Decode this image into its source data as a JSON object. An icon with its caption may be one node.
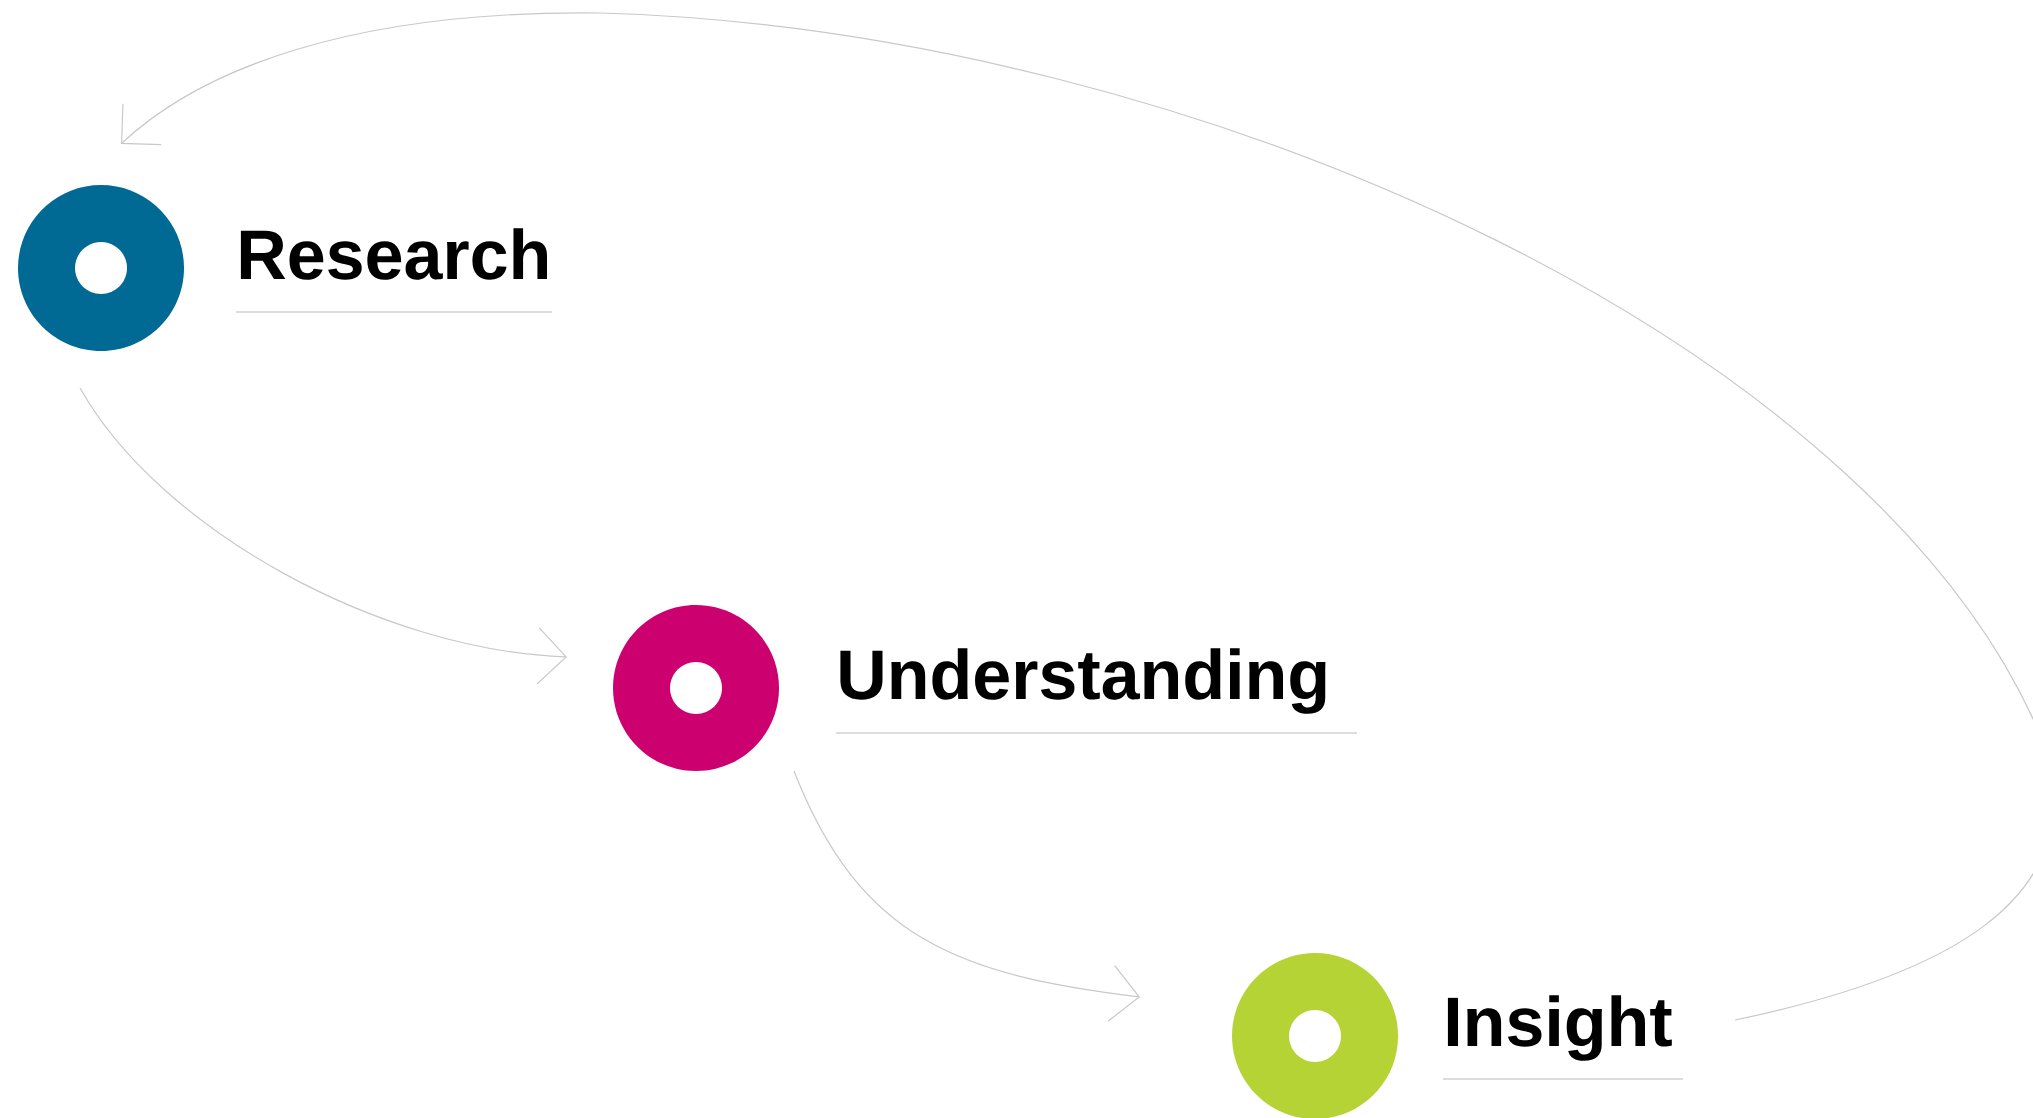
{
  "diagram": {
    "nodes": [
      {
        "text": [
          "Research"
        ]
      },
      {
        "text": [
          "Understanding"
        ]
      },
      {
        "text": [
          "Insight"
        ]
      }
    ],
    "edges": [
      {
        "from": 0,
        "to": 1,
        "arrow": "to"
      },
      {
        "from": 1,
        "to": 2,
        "arrow": "to"
      },
      {
        "from": 2,
        "to": 0,
        "arrow": "to"
      }
    ]
  }
}
